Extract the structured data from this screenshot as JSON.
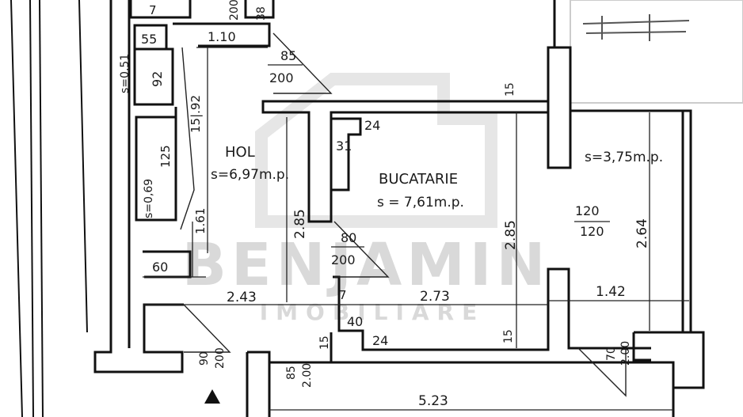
{
  "watermark": {
    "name": "BENJAMIN",
    "tagline": "IMOBILIARE"
  },
  "rooms": {
    "hol": {
      "name": "HOL",
      "area": "s=6,97m.p."
    },
    "bucatarie": {
      "name": "BUCATARIE",
      "area": "s = 7,61m.p."
    },
    "balcon": {
      "area": "s=3,75m.p."
    },
    "cell_left_top": {
      "area": "s=0,51"
    },
    "cell_left_bottom": {
      "area": "s=0,69"
    }
  },
  "dimensions": {
    "d_110": "1.10",
    "d_55": "55",
    "d_92": "92",
    "d_15_92": "15|.92",
    "d_125": "125",
    "d_161": "1.61",
    "d_60": "60",
    "d_243": "2.43",
    "d_285_hol": "2.85",
    "d_285_buc": "2.85",
    "d_273": "2.73",
    "d_142": "1.42",
    "d_264": "2.64",
    "d_523": "5.23",
    "d_15_top": "15",
    "d_15_bottom": "15",
    "d_15_left": "15",
    "d_24_top": "24",
    "d_24_bottom": "24",
    "d_31": "31",
    "d_40": "40",
    "d_7": "7",
    "d_7_top": "7",
    "d_200_top": "200",
    "d_38": "38"
  },
  "openings": {
    "door_85_top": {
      "w": "85",
      "h": "200"
    },
    "door_80": {
      "w": "80",
      "h": "200"
    },
    "door_90": {
      "w": "90",
      "h": "200"
    },
    "door_85_bottom": {
      "w": "85",
      "h": "2.00"
    },
    "window_120": {
      "w": "120",
      "h": "120"
    },
    "window_70": {
      "w": "70",
      "h": "2.00"
    }
  }
}
